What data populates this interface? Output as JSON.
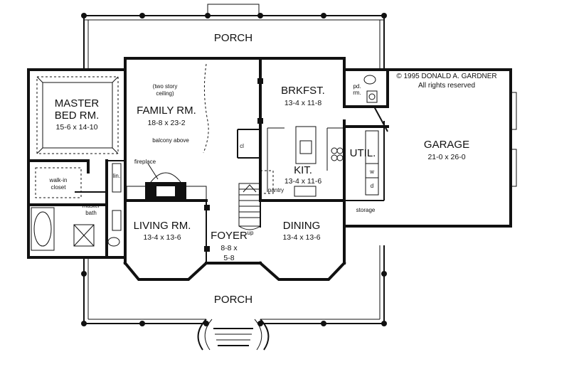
{
  "copyright": {
    "line1": "© 1995 DONALD A. GARDNER",
    "line2": "All rights reserved"
  },
  "rooms": {
    "porch_top": {
      "name": "PORCH"
    },
    "porch_bottom": {
      "name": "PORCH"
    },
    "master_bed": {
      "name_line1": "MASTER",
      "name_line2": "BED RM.",
      "dims": "15-6  x  14-10"
    },
    "family": {
      "name": "FAMILY RM.",
      "dims": "18-8  x  23-2",
      "note_line1": "(two story",
      "note_line2": "ceiling)",
      "balcony": "balcony above",
      "fireplace": "fireplace"
    },
    "brkfst": {
      "name": "BRKFST.",
      "dims": "13-4  x  11-8"
    },
    "kit": {
      "name": "KIT.",
      "dims": "13-4  x  11-6"
    },
    "pantry": {
      "name": "pantry"
    },
    "util": {
      "name": "UTIL.",
      "w": "w",
      "d": "d"
    },
    "garage": {
      "name": "GARAGE",
      "dims": "21-0  x  26-0",
      "storage": "storage"
    },
    "pd_rm": {
      "line1": "pd.",
      "line2": "rm."
    },
    "living": {
      "name": "LIVING RM.",
      "dims": "13-4  x  13-6"
    },
    "dining": {
      "name": "DINING",
      "dims": "13-4  x  13-6"
    },
    "foyer": {
      "name": "FOYER",
      "dims_line1": "8-8  x",
      "dims_line2": "5-8",
      "up": "up"
    },
    "closet": {
      "line1": "walk-in",
      "line2": "closet"
    },
    "master_bath": {
      "line1": "master",
      "line2": "bath"
    },
    "linen": {
      "name": "lin."
    },
    "cl": {
      "name": "cl"
    }
  }
}
